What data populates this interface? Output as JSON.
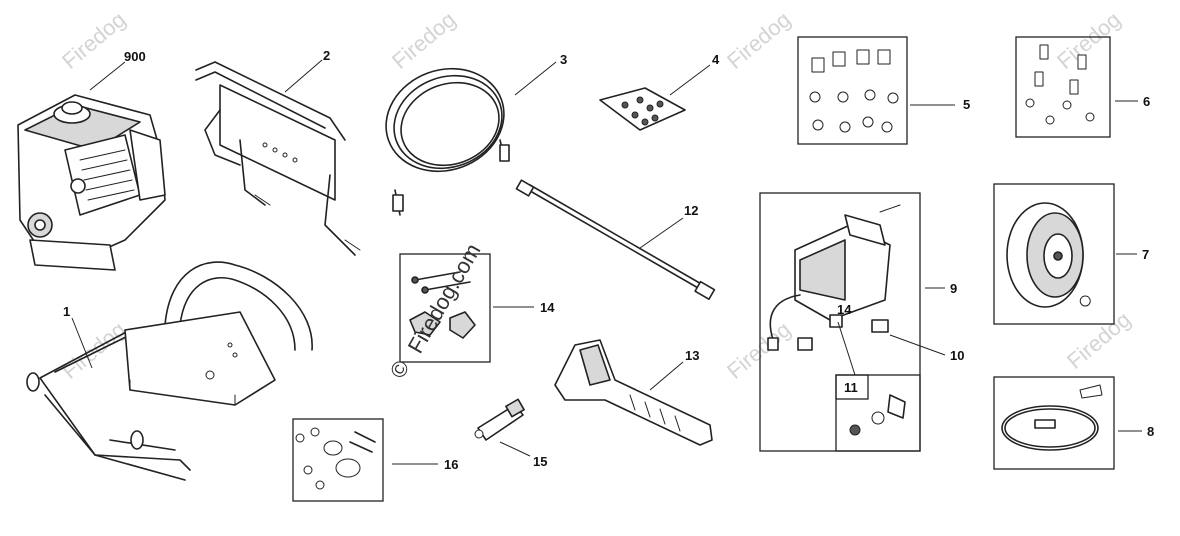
{
  "watermarks": {
    "short": "Firedog",
    "main": "Firedog.com",
    "copyright": "©"
  },
  "callouts": {
    "engine": "900",
    "frame": "1",
    "handle": "2",
    "hose": "3",
    "bag_bolts": "4",
    "isolators": "5",
    "bolts_kit": "6",
    "wheel": "7",
    "belt_kit": "8",
    "pump": "9",
    "inlet": "10",
    "seal_kit": "11",
    "wand": "12",
    "gun": "13",
    "knobs": "14",
    "pump_14": "14",
    "nozzle": "15",
    "hardware": "16"
  }
}
